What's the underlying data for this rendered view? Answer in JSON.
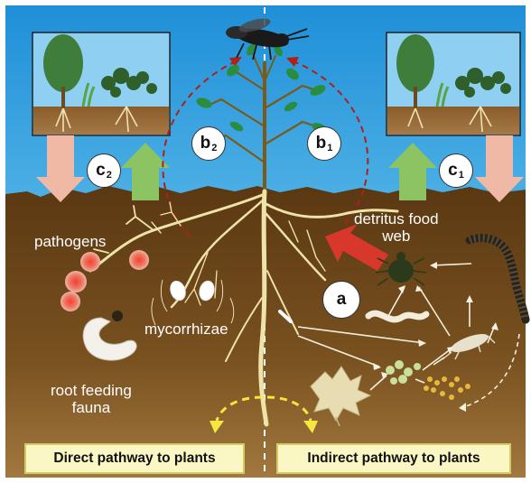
{
  "labels": {
    "b2": {
      "letter": "b",
      "sub": "2"
    },
    "b1": {
      "letter": "b",
      "sub": "1"
    },
    "c2": {
      "letter": "c",
      "sub": "2"
    },
    "c1": {
      "letter": "c",
      "sub": "1"
    },
    "a": "a",
    "pathogens": "pathogens",
    "mycorrhizae": "mycorrhizae",
    "root_feeding_fauna": [
      "root feeding",
      "fauna"
    ],
    "detritus_food_web": [
      "detritus food",
      "web"
    ]
  },
  "pathways": {
    "direct": "Direct pathway to plants",
    "indirect": "Indirect pathway to plants"
  },
  "colors": {
    "sky": "#58b8e8",
    "soil": "#7a5220",
    "root": "#eee3a8",
    "dashed_red": "#b02018",
    "arrow_green": "#8cc463",
    "arrow_pink": "#f0b9a6",
    "arrow_red": "#d8382c",
    "pathbox_fill": "#fbf7c4"
  }
}
